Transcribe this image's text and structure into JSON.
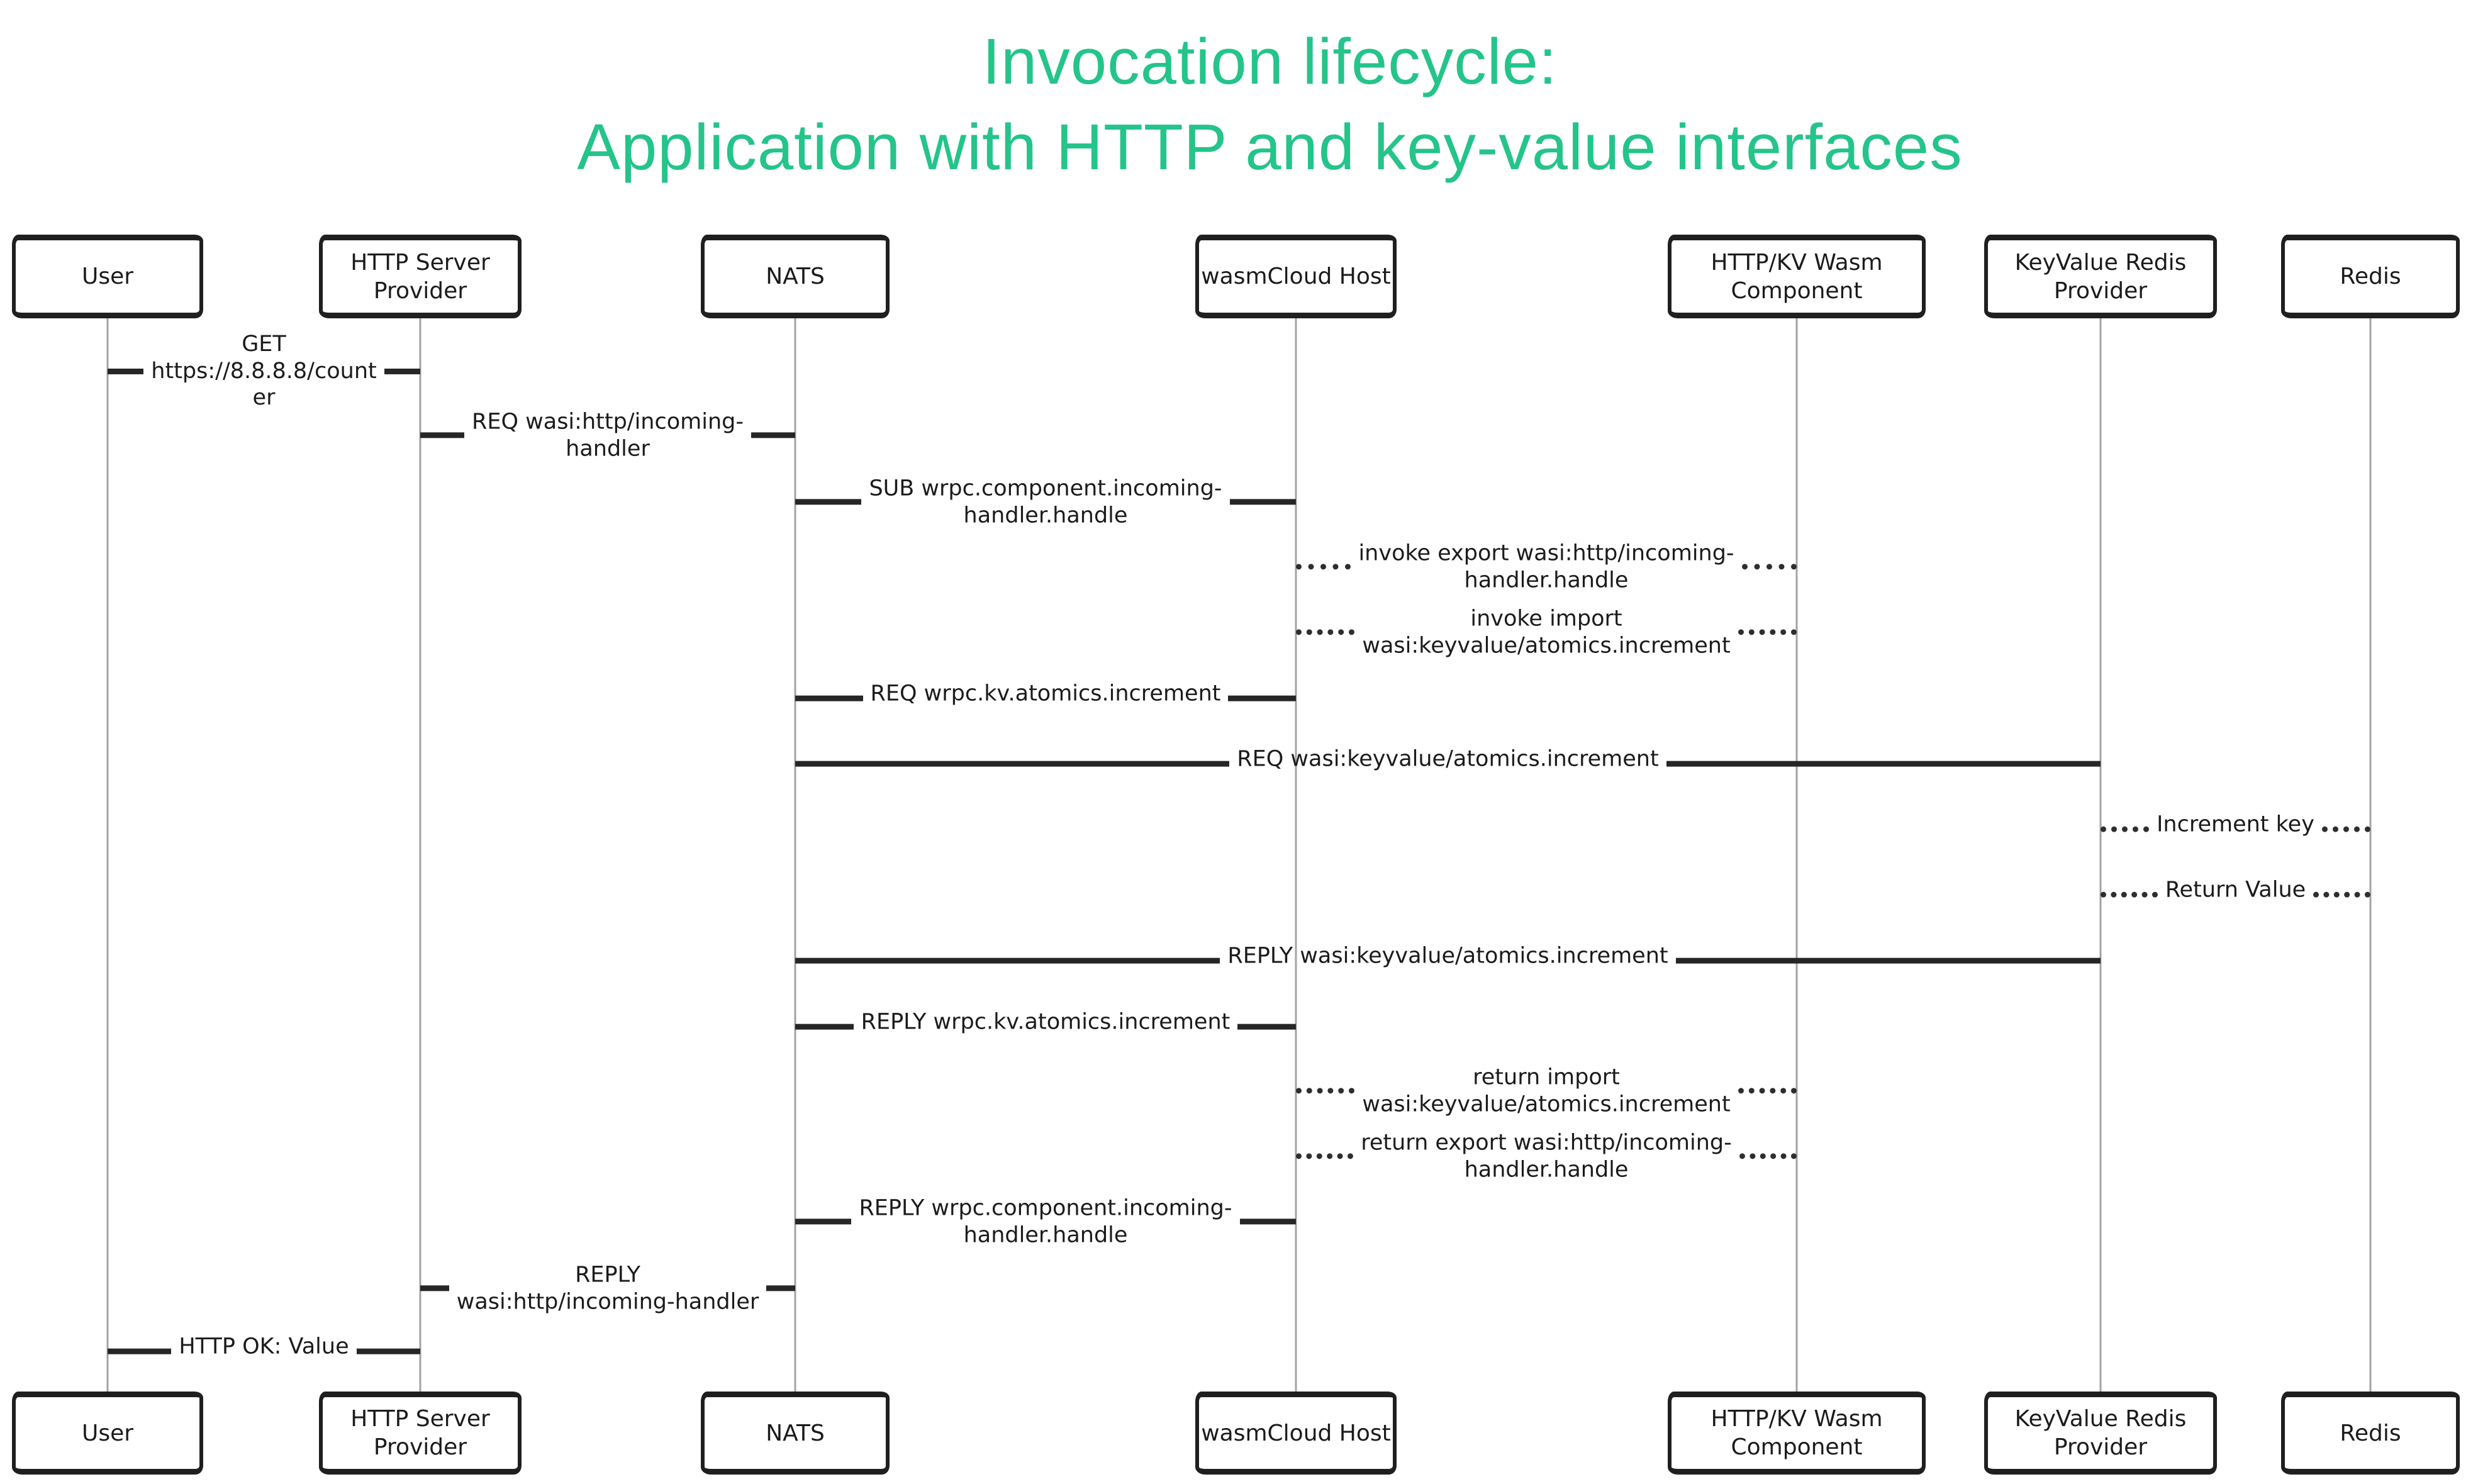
{
  "diagram_type": "sequence",
  "title": {
    "line1": "Invocation lifecycle:",
    "line2": "Application with HTTP and key-value interfaces",
    "color": "#24c48a"
  },
  "colors": {
    "title_green": "#24c48a",
    "line_black": "#262626",
    "lifeline_gray": "#a3a3a3",
    "background": "#ffffff"
  },
  "actors": [
    {
      "id": "user",
      "label": "User"
    },
    {
      "id": "http-server-provider",
      "label": "HTTP Server\nProvider"
    },
    {
      "id": "nats",
      "label": "NATS"
    },
    {
      "id": "wasmcloud-host",
      "label": "wasmCloud Host"
    },
    {
      "id": "http-kv-wasm-component",
      "label": "HTTP/KV Wasm\nComponent"
    },
    {
      "id": "keyvalue-redis-provider",
      "label": "KeyValue Redis\nProvider"
    },
    {
      "id": "redis",
      "label": "Redis"
    }
  ],
  "messages": [
    {
      "from": "User",
      "to": "HTTP Server Provider",
      "line_style": "solid",
      "text": "GET https://8.8.8.8/counter",
      "label": "GET\nhttps://8.8.8.8/count\ner"
    },
    {
      "from": "HTTP Server Provider",
      "to": "NATS",
      "line_style": "solid",
      "text": "REQ wasi:http/incoming-handler",
      "label": "REQ wasi:http/incoming-\nhandler"
    },
    {
      "from": "NATS",
      "to": "wasmCloud Host",
      "line_style": "solid",
      "text": "SUB wrpc.component.incoming-handler.handle",
      "label": "SUB wrpc.component.incoming-\nhandler.handle"
    },
    {
      "from": "wasmCloud Host",
      "to": "HTTP/KV Wasm Component",
      "line_style": "dotted",
      "text": "invoke export wasi:http/incoming-handler.handle",
      "label": "invoke export wasi:http/incoming-\nhandler.handle"
    },
    {
      "from": "HTTP/KV Wasm Component",
      "to": "wasmCloud Host",
      "line_style": "dotted",
      "text": "invoke import wasi:keyvalue/atomics.increment",
      "label": "invoke import\nwasi:keyvalue/atomics.increment"
    },
    {
      "from": "wasmCloud Host",
      "to": "NATS",
      "line_style": "solid",
      "text": "REQ wrpc.kv.atomics.increment",
      "label": "REQ wrpc.kv.atomics.increment"
    },
    {
      "from": "NATS",
      "to": "KeyValue Redis Provider",
      "line_style": "solid",
      "text": "REQ wasi:keyvalue/atomics.increment",
      "label": "REQ wasi:keyvalue/atomics.increment"
    },
    {
      "from": "KeyValue Redis Provider",
      "to": "Redis",
      "line_style": "dotted",
      "text": "Increment key",
      "label": "Increment key"
    },
    {
      "from": "Redis",
      "to": "KeyValue Redis Provider",
      "line_style": "dotted",
      "text": "Return Value",
      "label": "Return Value"
    },
    {
      "from": "KeyValue Redis Provider",
      "to": "NATS",
      "line_style": "solid",
      "text": "REPLY wasi:keyvalue/atomics.increment",
      "label": "REPLY wasi:keyvalue/atomics.increment"
    },
    {
      "from": "NATS",
      "to": "wasmCloud Host",
      "line_style": "solid",
      "text": "REPLY wrpc.kv.atomics.increment",
      "label": "REPLY wrpc.kv.atomics.increment"
    },
    {
      "from": "wasmCloud Host",
      "to": "HTTP/KV Wasm Component",
      "line_style": "dotted",
      "text": "return import wasi:keyvalue/atomics.increment",
      "label": "return import\nwasi:keyvalue/atomics.increment"
    },
    {
      "from": "HTTP/KV Wasm Component",
      "to": "wasmCloud Host",
      "line_style": "dotted",
      "text": "return export wasi:http/incoming-handler.handle",
      "label": "return export wasi:http/incoming-\nhandler.handle"
    },
    {
      "from": "wasmCloud Host",
      "to": "NATS",
      "line_style": "solid",
      "text": "REPLY wrpc.component.incoming-handler.handle",
      "label": "REPLY wrpc.component.incoming-\nhandler.handle"
    },
    {
      "from": "NATS",
      "to": "HTTP Server Provider",
      "line_style": "solid",
      "text": "REPLY wasi:http/incoming-handler",
      "label": "REPLY\nwasi:http/incoming-handler"
    },
    {
      "from": "HTTP Server Provider",
      "to": "User",
      "line_style": "solid",
      "text": "HTTP OK: Value",
      "label": "HTTP OK: Value"
    }
  ]
}
